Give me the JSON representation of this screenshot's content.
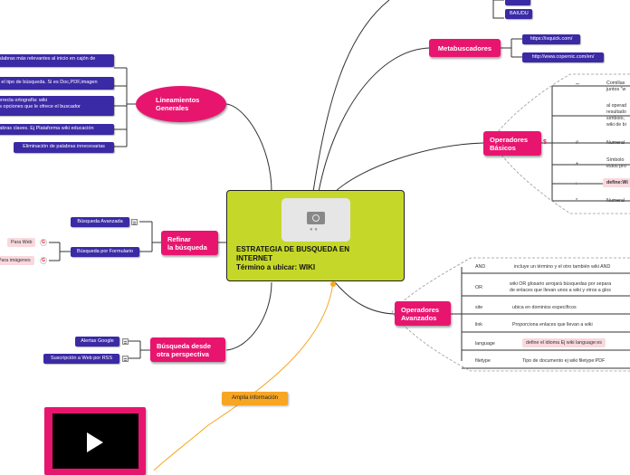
{
  "central": {
    "title_line1": "ESTRATEGIA DE BUSQUEDA EN",
    "title_line2": "INTERNET",
    "title_line3": "Término a ubicar: WIKI",
    "color": "#c5d82a"
  },
  "lineamientos": {
    "label": "Lineamientos\nGenerales",
    "items": [
      "Palabras más relevantes al inicio en cajón de",
      "er el tipo de búsqueda. Si es Doc,PDF,imagen",
      "correcta ortografía: wiki\nlas opciones que le ofrece el buscador",
      "alabras claves. Ej Plataforma wiki educación",
      "Eliminación de palabras innecesarias"
    ]
  },
  "metabuscadores": {
    "label": "Metabuscadores",
    "top_item": "BAIUDU",
    "items": [
      "https://ixquick.com/",
      "http://www.copernic.com/en/"
    ]
  },
  "operadores_basicos": {
    "label": "Operadores\nBásicos",
    "rows": [
      {
        "op": "\"\"",
        "desc": "Comillas\njuntos \"w"
      },
      {
        "op": "-",
        "desc": "al operad\nresultado\nsímbolo,\nwiki de bi"
      },
      {
        "op": "#",
        "desc": "Numeral"
      },
      {
        "op": "+",
        "desc": "Símbolo\nestos pro"
      },
      {
        "op": ":",
        "desc": "define:Wi"
      },
      {
        "op": "*",
        "desc": "Numeral"
      }
    ]
  },
  "refinar": {
    "label": "Refinar\nla búsqueda",
    "items": [
      "Búsqueda Avanzada",
      "Búsqueda por Formulario"
    ],
    "sub_items": [
      "Para Web",
      "Para imágenes"
    ]
  },
  "operadores_avanzados": {
    "label": "Operadores\nAvanzados",
    "rows": [
      {
        "op": "AND",
        "desc": "incluye un término y el otro también wiki AND"
      },
      {
        "op": "OR",
        "desc": "wiki OR glosario arrojará búsquedas por separa\nde enlaces que llevan unos a wiki y otros a glos"
      },
      {
        "op": "site",
        "desc": "ubica en dominios específicos"
      },
      {
        "op": "link",
        "desc": "Proporciona enlaces que llevan a wiki"
      },
      {
        "op": "language",
        "desc": "define el idioma Ej wiki language:es"
      },
      {
        "op": "filetype",
        "desc": "Tipo de documento ej wiki filetype:PDF"
      }
    ]
  },
  "busqueda_perspectiva": {
    "label": "Búsqueda desde\notra perspectiva",
    "items": [
      "Alertas Google",
      "Suscripción a Web por RSS"
    ]
  },
  "ampliar": {
    "label": "Amplia información"
  },
  "colors": {
    "accent": "#e8156f",
    "blue": "#3b2aa5",
    "orange": "#f6a623",
    "line": "#333333"
  }
}
